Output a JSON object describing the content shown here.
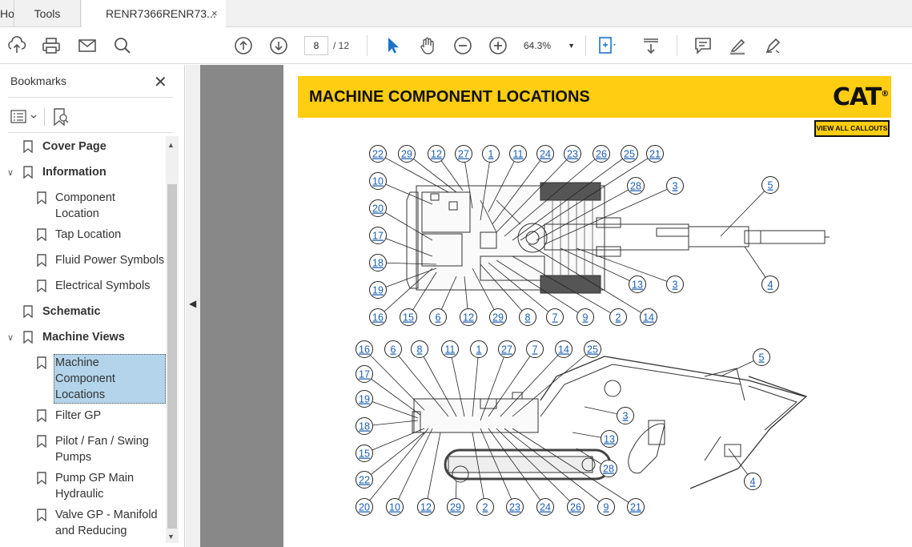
{
  "tabs": {
    "home": "Home",
    "tools": "Tools",
    "document": "RENR7366RENR73...",
    "close": "×"
  },
  "toolbar": {
    "current_page": "8",
    "total_pages": "/ 12",
    "zoom": "64.3%",
    "icons": [
      "upload-icon",
      "print-icon",
      "email-icon",
      "search-icon",
      "page-up-icon",
      "page-down-icon",
      "select-icon",
      "hand-icon",
      "zoom-out-icon",
      "zoom-in-icon",
      "fit-page-icon",
      "scroll-mode-icon",
      "comment-icon",
      "highlight-icon",
      "sign-icon"
    ]
  },
  "sidebar": {
    "title": "Bookmarks",
    "close": "✕",
    "items": [
      {
        "label": "Cover Page",
        "bold": true
      },
      {
        "label": "Information",
        "bold": true
      },
      {
        "label": "Component Location",
        "line1": "Component",
        "line2": "Location"
      },
      {
        "label": "Tap Location"
      },
      {
        "label": "Fluid Power Symbols"
      },
      {
        "label": "Electrical Symbols"
      },
      {
        "label": "Schematic",
        "bold": true
      },
      {
        "label": "Machine Views",
        "bold": true
      },
      {
        "label": "Machine Component Locations",
        "line1": "Machine",
        "line2": "Component",
        "line3": "Locations"
      },
      {
        "label": "Filter GP"
      },
      {
        "label": "Pilot / Fan / Swing Pumps",
        "line1": "Pilot / Fan / Swing",
        "line2": "Pumps"
      },
      {
        "label": "Pump GP Main Hydraulic",
        "line1": "Pump GP Main",
        "line2": "Hydraulic"
      },
      {
        "label": "Valve GP - Manifold and Reducing",
        "line1": "Valve GP - Manifold",
        "line2": "and Reducing"
      }
    ]
  },
  "document": {
    "title": "MACHINE COMPONENT LOCATIONS",
    "logo": "CAT",
    "view_all": "VIEW ALL CALLOUTS",
    "top_view_callouts": [
      "22",
      "29",
      "12",
      "27",
      "1",
      "11",
      "24",
      "23",
      "26",
      "25",
      "21",
      "10",
      "28",
      "3",
      "5",
      "20",
      "17",
      "18",
      "19",
      "13",
      "3",
      "4",
      "16",
      "15",
      "6",
      "12",
      "29",
      "8",
      "7",
      "9",
      "2",
      "14"
    ],
    "side_view_callouts": [
      "16",
      "6",
      "8",
      "11",
      "1",
      "27",
      "7",
      "14",
      "25",
      "5",
      "17",
      "19",
      "18",
      "3",
      "13",
      "15",
      "28",
      "22",
      "4",
      "20",
      "10",
      "12",
      "29",
      "2",
      "23",
      "24",
      "26",
      "9",
      "21"
    ]
  }
}
